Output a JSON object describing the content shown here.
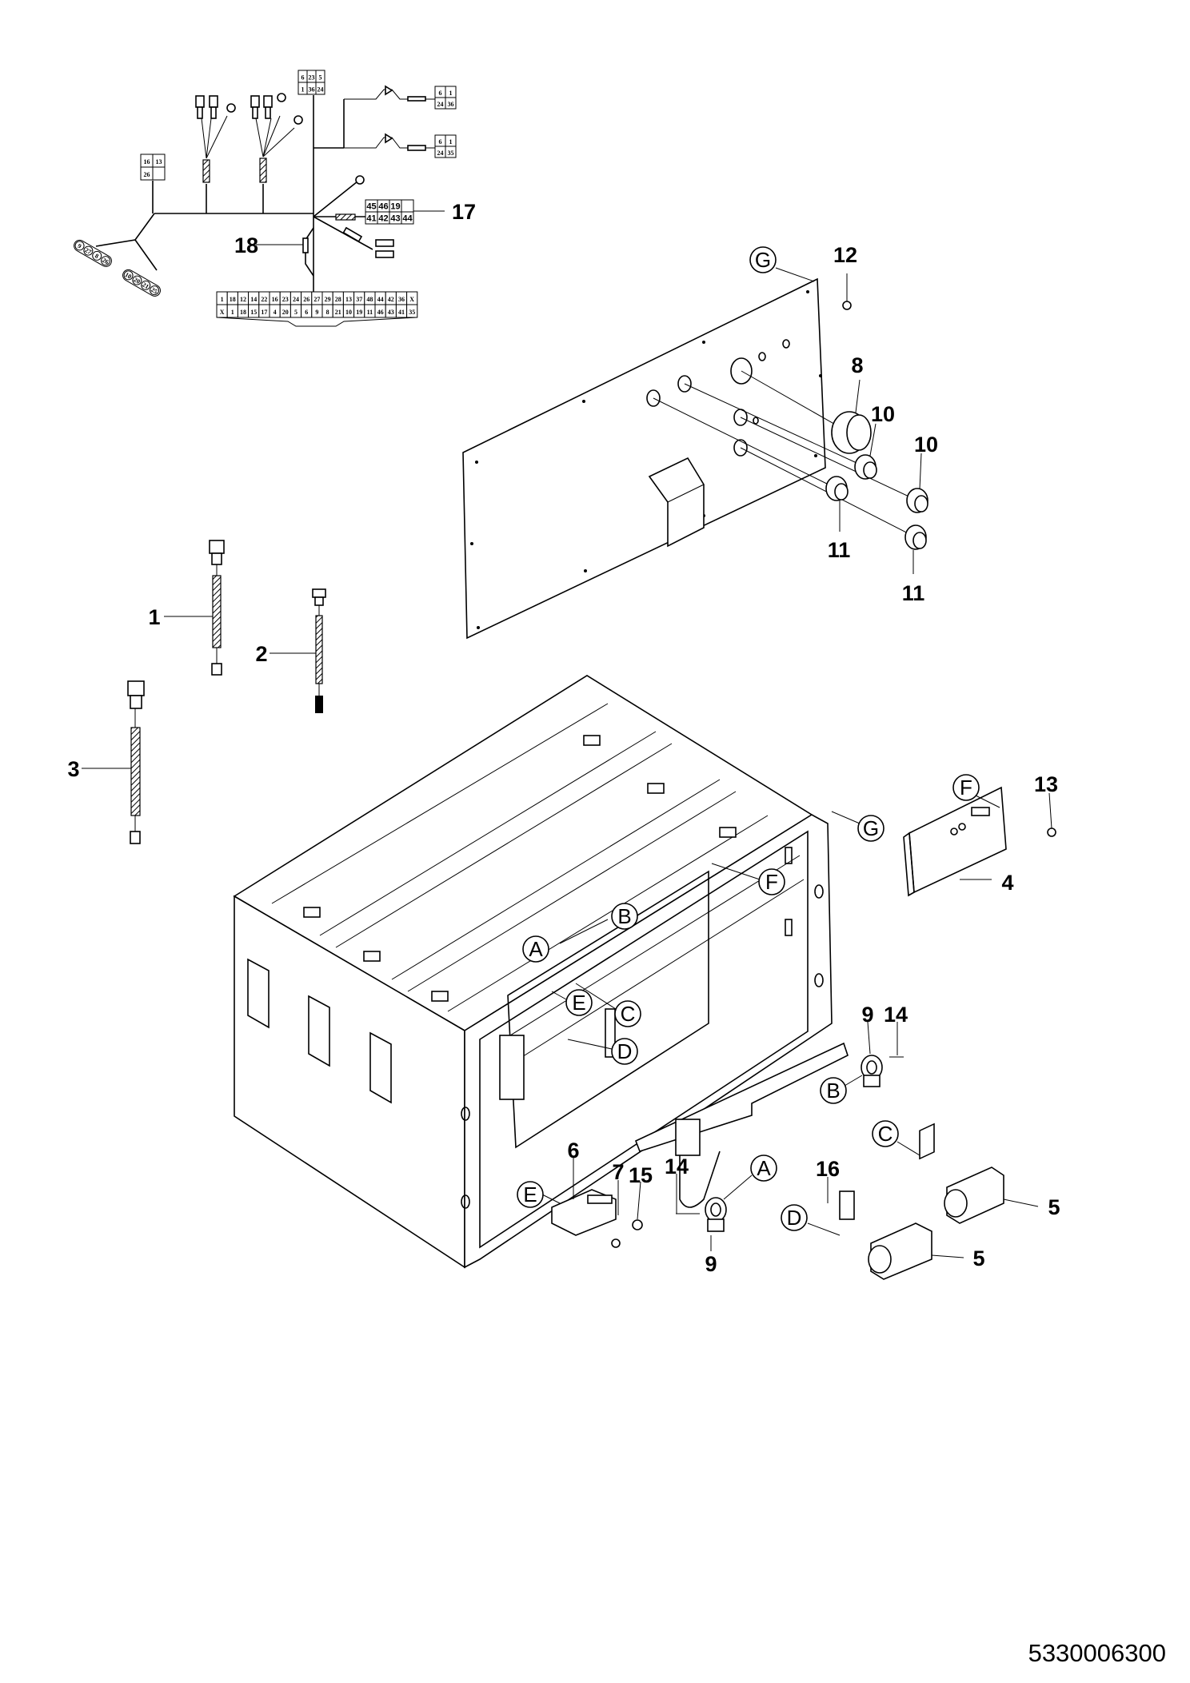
{
  "drawing_number": "5330006300",
  "callouts": {
    "c1": "1",
    "c2": "2",
    "c3": "3",
    "c4": "4",
    "c5a": "5",
    "c5b": "5",
    "c6": "6",
    "c7": "7",
    "c8": "8",
    "c9a": "9",
    "c9b": "9",
    "c10a": "10",
    "c10b": "10",
    "c11a": "11",
    "c11b": "11",
    "c12": "12",
    "c13": "13",
    "c14a": "14",
    "c14b": "14",
    "c15": "15",
    "c16": "16",
    "c17": "17",
    "c18": "18"
  },
  "refs": {
    "g_panel": "G",
    "g_box": "G",
    "f_module": "F",
    "f_box": "F",
    "a_box": "A",
    "a_part": "A",
    "b_box": "B",
    "b_part": "B",
    "c_box": "C",
    "c_part": "C",
    "d_box": "D",
    "d_part": "D",
    "e_box": "E",
    "e_part": "E"
  },
  "harness": {
    "top_connector": [
      "6",
      "23",
      "5",
      "1",
      "36",
      "24"
    ],
    "diode_connector_1": [
      "6",
      "1",
      "24",
      "36"
    ],
    "diode_connector_2": [
      "6",
      "1",
      "24",
      "35"
    ],
    "left_connector": [
      "16",
      "13",
      "26",
      ""
    ],
    "connector_17": [
      "45",
      "46",
      "19",
      "",
      "41",
      "42",
      "43",
      "44"
    ],
    "round_connector_1": [
      "9",
      "27",
      "8",
      "26"
    ],
    "round_connector_2": [
      "10",
      "20",
      "21",
      "25"
    ],
    "main_connector_top": [
      "1",
      "18",
      "12",
      "14",
      "22",
      "16",
      "23",
      "24",
      "26",
      "27",
      "29",
      "28",
      "13",
      "37",
      "48",
      "44",
      "42",
      "36",
      "X"
    ],
    "main_connector_bottom": [
      "X",
      "1",
      "18",
      "15",
      "17",
      "4",
      "20",
      "5",
      "6",
      "9",
      "8",
      "21",
      "10",
      "19",
      "11",
      "46",
      "43",
      "41",
      "35"
    ]
  }
}
